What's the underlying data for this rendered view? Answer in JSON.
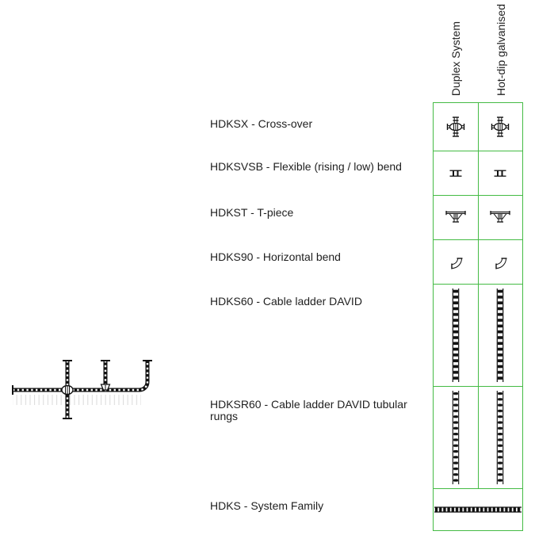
{
  "colors": {
    "table_border": "#44bb44",
    "text": "#1f1f1f",
    "drawing_line": "#111111"
  },
  "matrix": {
    "column_headers": [
      "Duplex System",
      "Hot-dip galvanised"
    ],
    "rows": [
      {
        "label": "HDKSX - Cross-over",
        "icon": "crossover-icon"
      },
      {
        "label": "HDKSVSB - Flexible (rising / low) bend",
        "icon": "flexible-bend-icon"
      },
      {
        "label": "HDKST - T-piece",
        "icon": "t-piece-icon"
      },
      {
        "label": "HDKS90 - Horizontal bend",
        "icon": "horizontal-bend-icon"
      },
      {
        "label": "HDKS60 - Cable ladder DAVID",
        "icon": "cable-ladder-icon"
      },
      {
        "label": "HDKSR60 - Cable ladder DAVID tubular rungs",
        "icon": "cable-ladder-tubular-rungs-icon"
      },
      {
        "label": "HDKS - System Family",
        "icon": "system-family-ladder-icon"
      }
    ]
  },
  "diagram": {
    "icon": "cable-ladder-plan-drawing"
  }
}
